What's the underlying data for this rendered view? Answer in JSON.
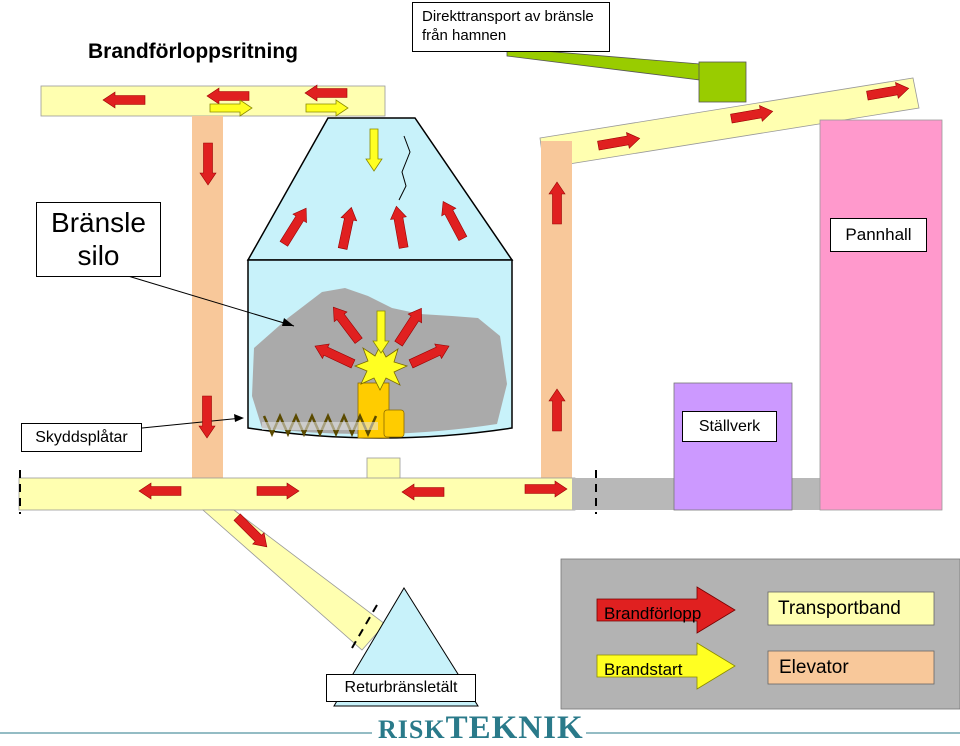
{
  "title": "Brandförloppsritning",
  "labels": {
    "direct_transport": "Direkttransport av bränsle från hamnen",
    "fuel_silo": "Bränsle silo",
    "boiler_hall": "Pannhall",
    "protective_plates": "Skyddsplåtar",
    "switchgear": "Ställverk",
    "return_fuel_tent": "Returbränsletält"
  },
  "legend": {
    "fire_spread": "Brandförlopp",
    "fire_start": "Brandstart",
    "conveyor": "Transportband",
    "elevator": "Elevator"
  },
  "logo": {
    "part1": "RISK",
    "part2": "TEKNIK"
  },
  "colors": {
    "conveyor": "#FFFFB0",
    "elevator": "#F8C89A",
    "silo": "#C8F2FA",
    "fuel_pile": "#AAAAAA",
    "boiler_hall": "#FF99CC",
    "switchgear": "#CC99FF",
    "fire_arrow": "#E02020",
    "start_arrow": "#FFFF22",
    "feed_chute": "#99CC00",
    "legend_bg": "#B3B3B3",
    "crusher": "#FFCC00",
    "logo": "#2A7A8A"
  }
}
